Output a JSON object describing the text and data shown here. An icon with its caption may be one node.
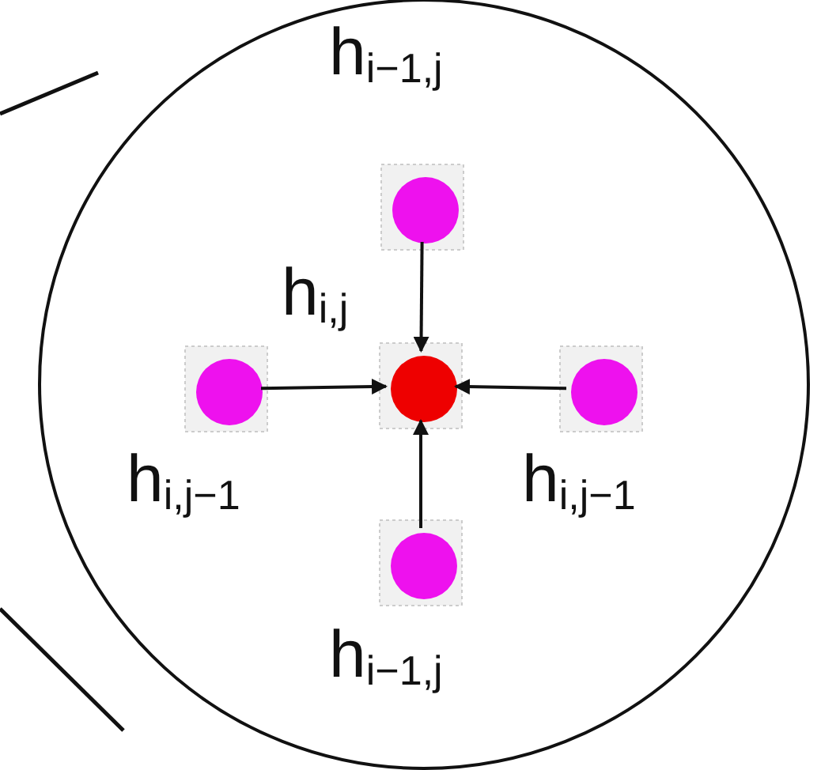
{
  "diagram": {
    "nodes": [
      {
        "text": [],
        "shape": "circle"
      },
      {
        "text": [
          "h$_{i−1,j}$"
        ],
        "in": 0
      },
      {
        "text": [
          "h$_{i,j}$"
        ],
        "in": 0
      },
      {
        "text": [
          "h$_{i,j−1}$"
        ],
        "in": 0
      },
      {
        "text": [
          "h$_{i,j−1}$"
        ],
        "in": 0
      },
      {
        "text": [
          "h$_{i−1,j}$"
        ],
        "in": 0
      }
    ],
    "edges": [
      {
        "from": 1,
        "to": 2,
        "arrow": "to"
      },
      {
        "from": 3,
        "to": 2,
        "arrow": "to"
      },
      {
        "from": 4,
        "to": 2,
        "arrow": "to"
      },
      {
        "from": 5,
        "to": 2,
        "arrow": "to"
      }
    ]
  }
}
